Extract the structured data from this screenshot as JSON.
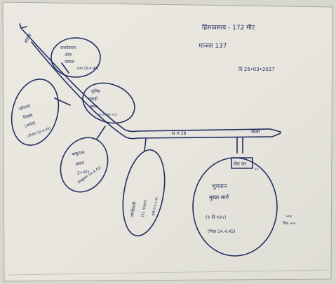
{
  "sketch": {
    "header": {
      "line1": "हिंसावसाय - 172 मीट",
      "line2": "माजस 137",
      "date": "दि 25•03•2027"
    },
    "road": {
      "label": "N H 28",
      "left_end": "शाखा",
      "right_end": "माली"
    },
    "ovals": {
      "top_small": [
        "सत्तदेवदत्त",
        "अंदर",
        "नावाल",
        "(धन 19.4.44)"
      ],
      "left_big": [
        "गगिनदा",
        "निवास",
        "(अनंत)",
        "(रीनाम 14.4.45)"
      ],
      "mid_upper": [
        "पुलिस",
        "तबाही",
        "क्रमर",
        "१९.४ (४२.०८)"
      ],
      "bottom_left": [
        "बाबूलाल",
        "प्रसाद",
        "2५-४२)",
        "(बाबूलाल 14.4.45)"
      ],
      "bottom_mid": [
        "भाभीताली",
        "(१८ १२४२)",
        "वर्षा १८४.४.३५"
      ],
      "big_right": [
        "भुगतान",
        "मुख्य मार्ग",
        "(१ से १२५)",
        "(पिता 14.4.45)"
      ],
      "small_box": "मेरा घर",
      "small_box_sub": "२२",
      "right_note": [
        "५१४",
        "चित्र: ५२४"
      ]
    }
  }
}
